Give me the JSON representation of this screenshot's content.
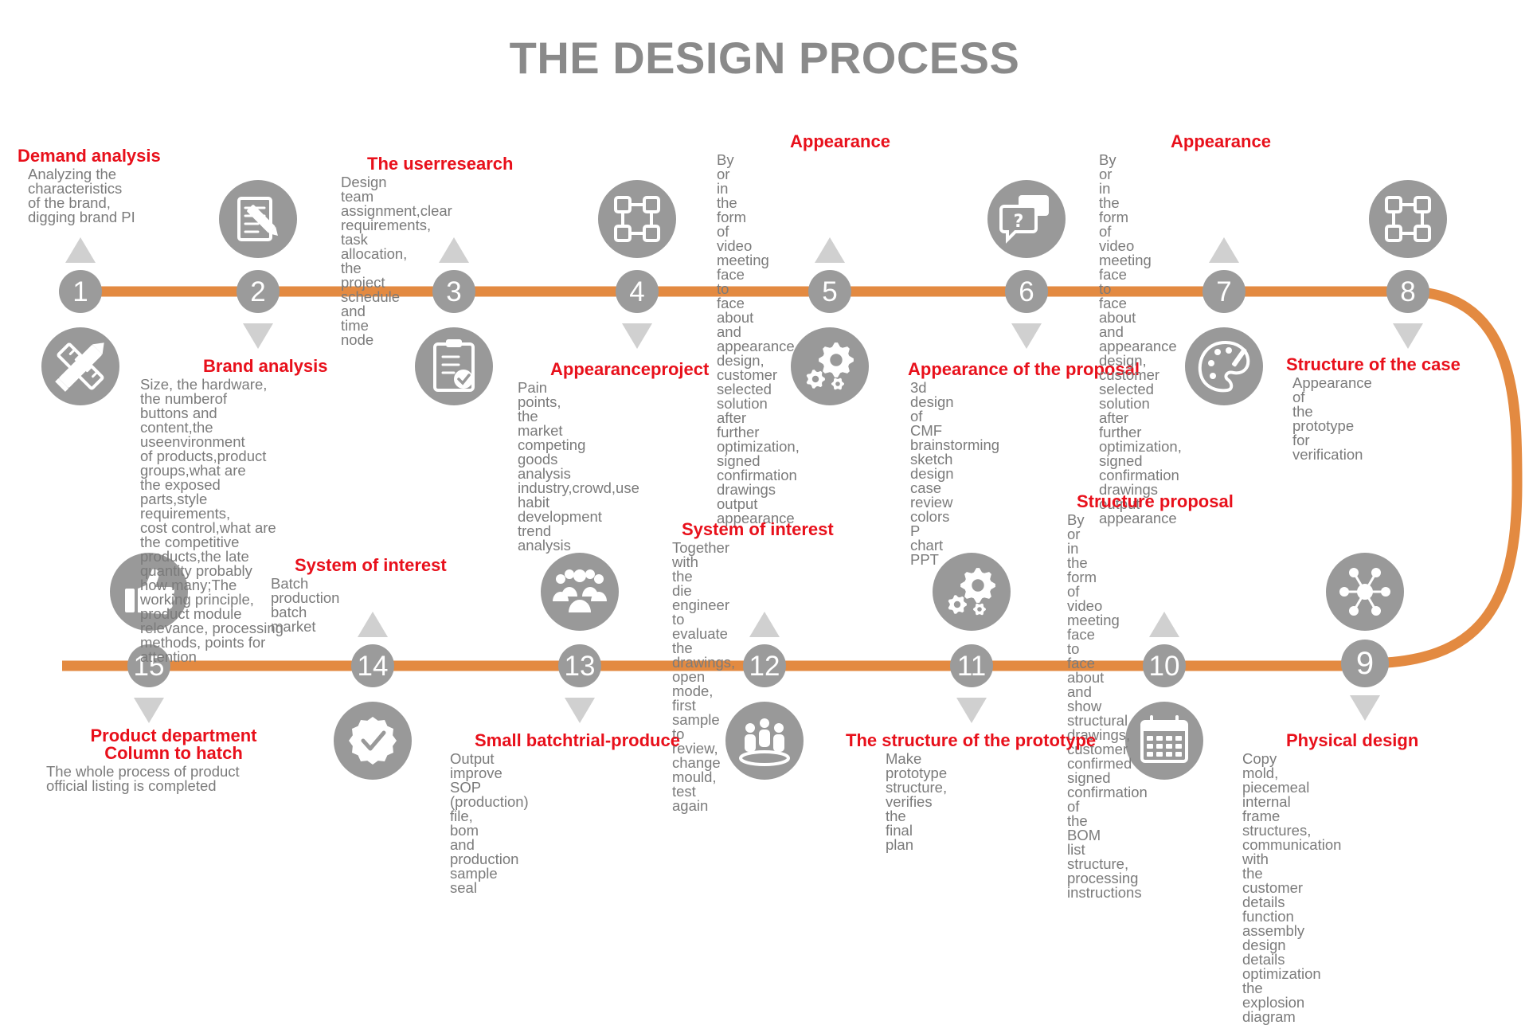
{
  "title": "THE DESIGN PROCESS",
  "colors": {
    "track": "#e38a41",
    "node": "#9b9b9b",
    "icon_circle": "#999999",
    "arrow": "#d0d0d0",
    "step_title": "#e8101b",
    "text": "#7b7b7b",
    "heading": "#8a8a8a"
  },
  "steps": [
    {
      "number": "1",
      "title": "Demand analysis",
      "description": "Analyzing the\ncharacteristics\nof the brand,\ndigging brand PI",
      "icon": "pencil-ruler-icon"
    },
    {
      "number": "2",
      "title": "Brand analysis",
      "description": "Size, the hardware, the numberof\nbuttons and content,the useenvironment\nof products,product groups,what are\nthe exposed parts,style requirements,\ncost control,what are the competitive\nproducts,the late quantity probably\nhow many;The working principle,\nproduct module relevance, processing\nmethods, points for attention",
      "icon": "notepad-pen-icon"
    },
    {
      "number": "3",
      "title": "The userresearch",
      "description": "Design team assignment,clear\nrequirements,  task allocation,\nthe project schedule and time node",
      "icon": "clipboard-check-icon"
    },
    {
      "number": "4",
      "title": "Appearanceproject",
      "description": "Pain points, the market competing\ngoods analysis industry,crowd,use\nhabit  development trend analysis",
      "icon": "flowchart-icon"
    },
    {
      "number": "5",
      "title": "Appearance",
      "description": "By or in the form of video meeting\nface to face about and appearance\ndesign, customer selected solution\nafter further optimization, signed\nconfirmation drawings output\nappearance",
      "icon": "gears-icon"
    },
    {
      "number": "6",
      "title": "Appearance of the proposal",
      "description": "3d design of CMF brainstorming\nsketch design case review colors\nP chart PPT",
      "icon": "chat-question-icon"
    },
    {
      "number": "7",
      "title": "Appearance",
      "description": "By or in the form of video meeting\nface to face about and appearance\ndesign, customer selected solution\nafter further optimization, signed\nconfirmation drawings output\nappearance",
      "icon": "palette-icon"
    },
    {
      "number": "8",
      "title": "Structure of the case",
      "description": "Appearance of the\nprototype for verification",
      "icon": "flowchart-icon"
    },
    {
      "number": "9",
      "title": "Physical design",
      "description": "Copy mold, piecemeal internal\nframe structures, communication\nwith the customer details function\nassembly design details optimization\nthe explosion diagram",
      "icon": "network-share-icon"
    },
    {
      "number": "10",
      "title": "Structure proposal",
      "description": "By or in the form of video\nmeeting face to face about\nand show structural drawings,\ncustomer confirmed signed\nconfirmation of the BOM list\nstructure, processing instructions",
      "icon": "calendar-icon"
    },
    {
      "number": "11",
      "title": "The structure of the prototype",
      "description": "Make prototype structure,\nverifies the final plan",
      "icon": "gears-icon"
    },
    {
      "number": "12",
      "title": "System of interest",
      "description": "Together with the die engineer\nto evaluate the drawings, open\nmode, first sample to review,\nchange mould, test again",
      "icon": "team-podium-icon"
    },
    {
      "number": "13",
      "title": "Small batchtrial-produce",
      "description": "Output improve SOP (production)\nfile, bom and production sample seal",
      "icon": "people-group-icon"
    },
    {
      "number": "14",
      "title": "System of interest",
      "description": "Batch production batch market",
      "icon": "badge-check-icon"
    },
    {
      "number": "15",
      "title": "Product department\nColumn to hatch",
      "description": "The whole process of product\nofficial listing is completed",
      "icon": "thumbs-up-icon"
    }
  ]
}
